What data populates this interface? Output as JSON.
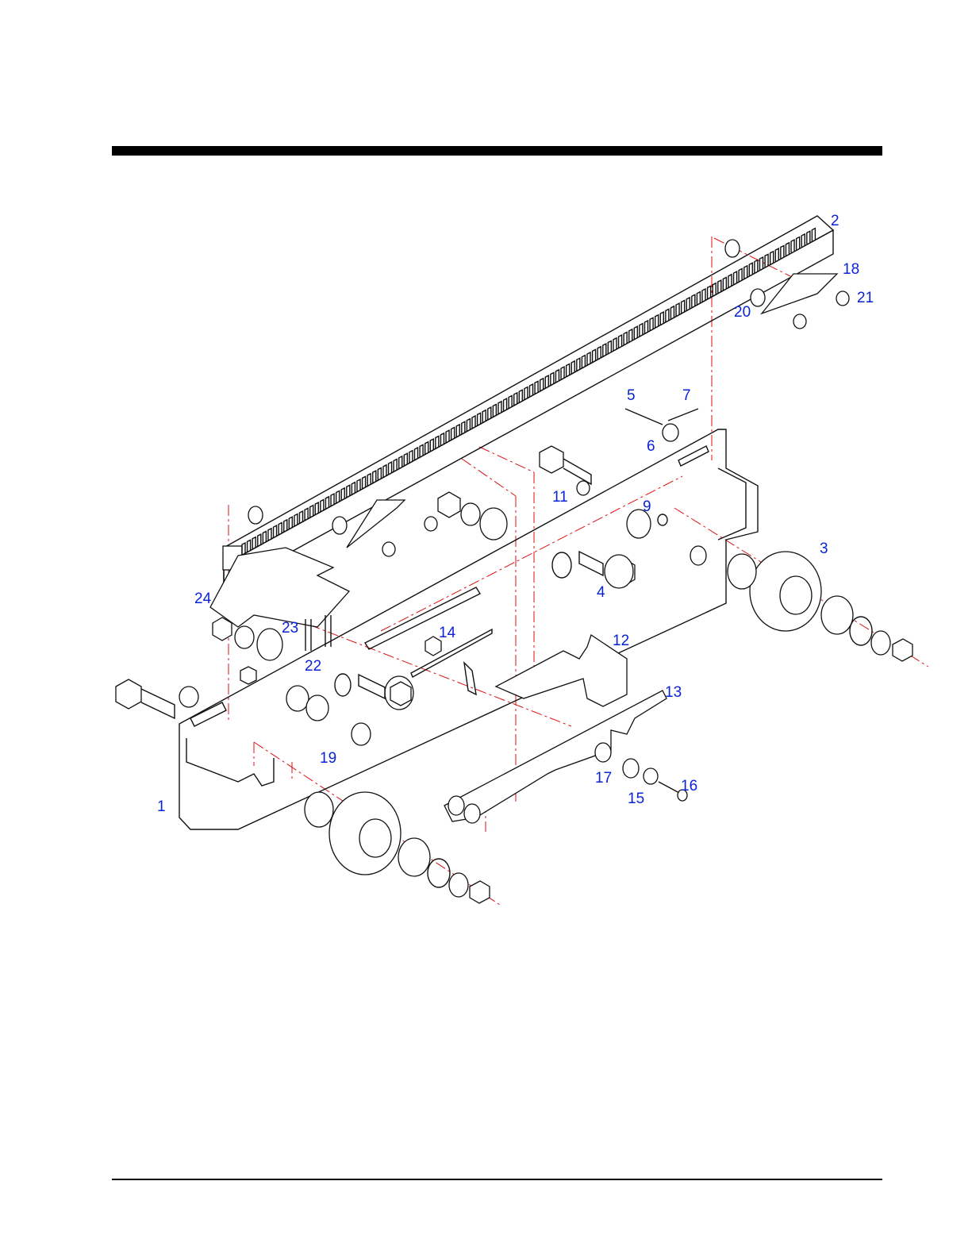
{
  "labels": [
    {
      "id": "1",
      "text": "1"
    },
    {
      "id": "2",
      "text": "2"
    },
    {
      "id": "3",
      "text": "3"
    },
    {
      "id": "4",
      "text": "4"
    },
    {
      "id": "5",
      "text": "5"
    },
    {
      "id": "6",
      "text": "6"
    },
    {
      "id": "7",
      "text": "7"
    },
    {
      "id": "9",
      "text": "9"
    },
    {
      "id": "11",
      "text": "11"
    },
    {
      "id": "12",
      "text": "12"
    },
    {
      "id": "13",
      "text": "13"
    },
    {
      "id": "14",
      "text": "14"
    },
    {
      "id": "15",
      "text": "15"
    },
    {
      "id": "16",
      "text": "16"
    },
    {
      "id": "17",
      "text": "17"
    },
    {
      "id": "18",
      "text": "18"
    },
    {
      "id": "19",
      "text": "19"
    },
    {
      "id": "20",
      "text": "20"
    },
    {
      "id": "21",
      "text": "21"
    },
    {
      "id": "22",
      "text": "22"
    },
    {
      "id": "23",
      "text": "23"
    },
    {
      "id": "24",
      "text": "24"
    }
  ],
  "colors": {
    "label": "#0a23d6",
    "centerline": "#d11111",
    "outline": "#111111"
  }
}
